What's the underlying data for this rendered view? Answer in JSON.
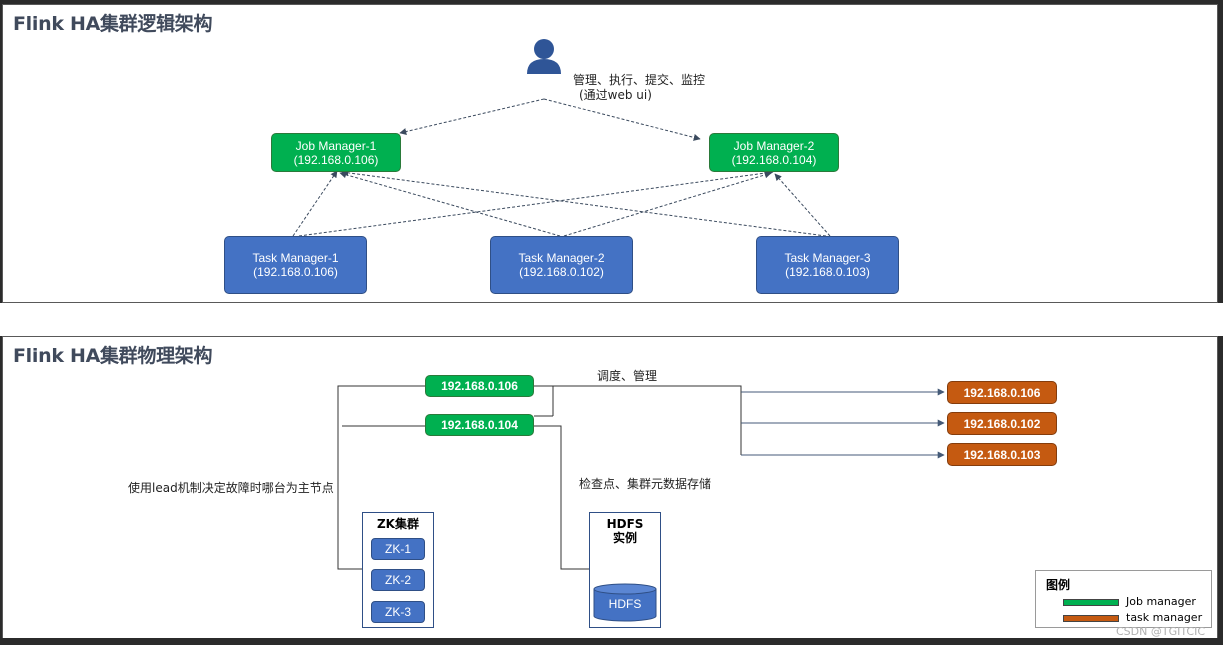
{
  "logical": {
    "title": "Flink HA集群逻辑架构",
    "user_label_line1": "管理、执行、提交、监控",
    "user_label_line2": "(通过web ui)",
    "job_managers": [
      {
        "name": "Job Manager-1",
        "ip": "(192.168.0.106)"
      },
      {
        "name": "Job Manager-2",
        "ip": "(192.168.0.104)"
      }
    ],
    "task_managers": [
      {
        "name": "Task Manager-1",
        "ip": "(192.168.0.106)"
      },
      {
        "name": "Task Manager-2",
        "ip": "(192.168.0.102)"
      },
      {
        "name": "Task Manager-3",
        "ip": "(192.168.0.103)"
      }
    ]
  },
  "physical": {
    "title": "Flink HA集群物理架构",
    "jm_ips": [
      "192.168.0.106",
      "192.168.0.104"
    ],
    "tm_ips": [
      "192.168.0.106",
      "192.168.0.102",
      "192.168.0.103"
    ],
    "schedule_label": "调度、管理",
    "checkpoint_label": "检查点、集群元数据存储",
    "leader_label": "使用lead机制决定故障时哪台为主节点",
    "zk": {
      "title": "ZK集群",
      "nodes": [
        "ZK-1",
        "ZK-2",
        "ZK-3"
      ]
    },
    "hdfs": {
      "title_line1": "HDFS",
      "title_line2": "实例",
      "cylinder_label": "HDFS"
    }
  },
  "legend": {
    "title": "图例",
    "items": [
      {
        "label": "Job manager",
        "color": "#00b050"
      },
      {
        "label": "task manager",
        "color": "#c55a11"
      }
    ]
  },
  "watermark": "CSDN @TGITCIC",
  "colors": {
    "green": "#00b050",
    "blue": "#4472c4",
    "orange": "#c55a11"
  }
}
